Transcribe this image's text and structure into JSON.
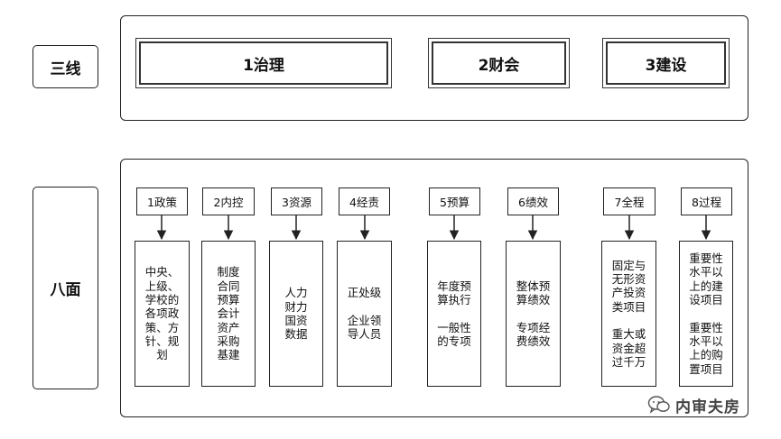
{
  "rows": {
    "top_label": "三线",
    "bottom_label": "八面"
  },
  "lines": [
    {
      "label": "1治理"
    },
    {
      "label": "2财会"
    },
    {
      "label": "3建设"
    }
  ],
  "aspects": [
    {
      "label": "1政策",
      "detail": "中央、\n上级、\n学校的\n各项政\n策、方\n针、规\n划"
    },
    {
      "label": "2内控",
      "detail": "制度\n合同\n预算\n会计\n资产\n采购\n基建"
    },
    {
      "label": "3资源",
      "detail": "人力\n财力\n国资\n数据"
    },
    {
      "label": "4经责",
      "detail": "正处级\n\n企业领\n导人员"
    },
    {
      "label": "5预算",
      "detail": "年度预\n算执行\n\n一般性\n的专项"
    },
    {
      "label": "6绩效",
      "detail": "整体预\n算绩效\n\n专项经\n费绩效"
    },
    {
      "label": "7全程",
      "detail": "固定与\n无形资\n产投资\n类项目\n\n重大或\n资金超\n过千万"
    },
    {
      "label": "8过程",
      "detail": "重要性\n水平以\n上的建\n设项目\n\n重要性\n水平以\n上的购\n置项目"
    }
  ],
  "watermark": {
    "icon": "wechat-icon",
    "text": "内审夫房"
  }
}
